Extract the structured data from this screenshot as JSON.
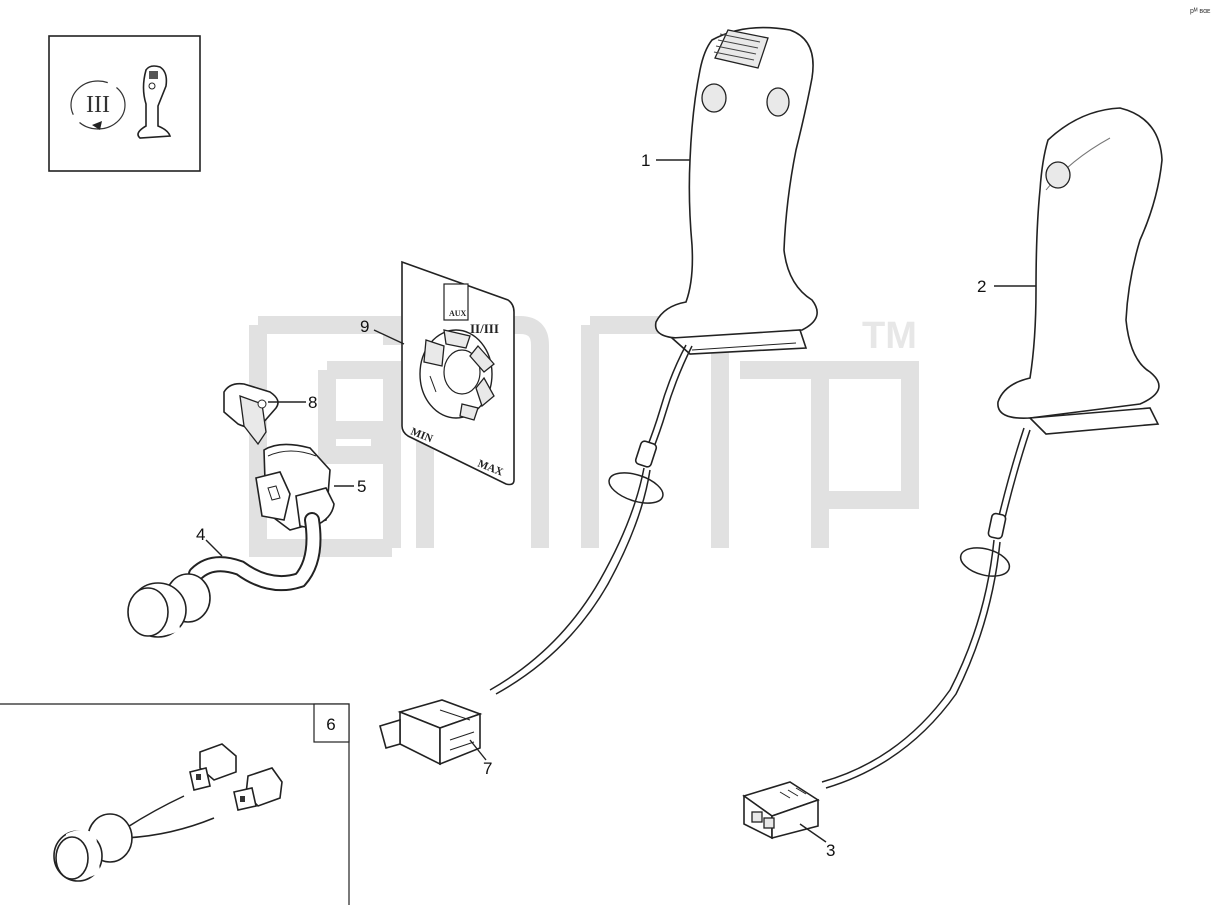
{
  "corner_code": "pᴹ ʙɑᴇ",
  "inset": {
    "roman_symbol": "III"
  },
  "control_plate": {
    "aux_label": "AUX",
    "mode_label": "II/III",
    "min_label": "MIN",
    "max_label": "MAX"
  },
  "watermark": {
    "text": "апаз",
    "trademark": "TM"
  },
  "detail_box": {
    "number": "6"
  },
  "callouts": [
    {
      "id": "1",
      "text": "1"
    },
    {
      "id": "2",
      "text": "2"
    },
    {
      "id": "3",
      "text": "3"
    },
    {
      "id": "4",
      "text": "4"
    },
    {
      "id": "5",
      "text": "5"
    },
    {
      "id": "7",
      "text": "7"
    },
    {
      "id": "8",
      "text": "8"
    },
    {
      "id": "9",
      "text": "9"
    }
  ]
}
